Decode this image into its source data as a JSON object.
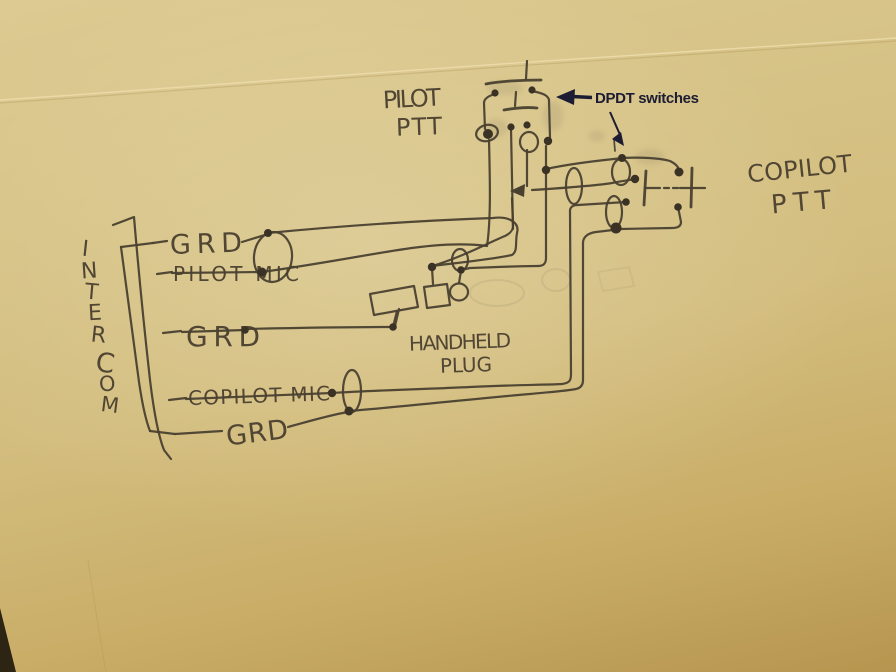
{
  "colors": {
    "ink": "#4a4030",
    "paper": "#d3bd7e",
    "annotation": "#1c1c33",
    "dot": "#3a3224"
  },
  "intercom": {
    "letters": [
      "I",
      "N",
      "T",
      "E",
      "R",
      "C",
      "O",
      "M"
    ]
  },
  "terminals": [
    {
      "label": "GRD"
    },
    {
      "label": "PILOT MIC"
    },
    {
      "label": "GRD"
    },
    {
      "label": "COPILOT MIC"
    },
    {
      "label": "GRD"
    }
  ],
  "pilot_ptt": {
    "line1": "PILOT",
    "line2": "PTT"
  },
  "copilot_ptt": {
    "line1": "COPILOT",
    "line2": "PTT"
  },
  "handheld_plug": {
    "line1": "HANDHELD",
    "line2": "PLUG"
  },
  "annotation": {
    "label": "DPDT switches"
  }
}
